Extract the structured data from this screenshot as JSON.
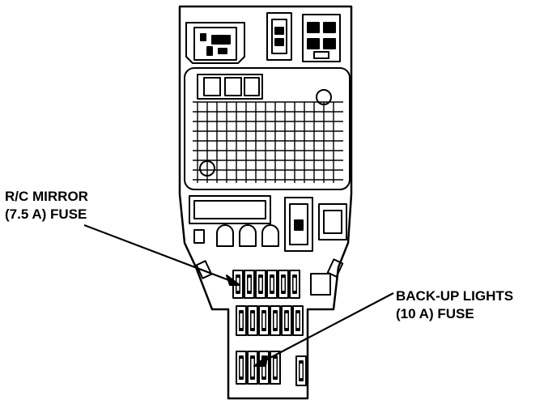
{
  "callouts": {
    "rc_mirror": {
      "line1": "R/C MIRROR",
      "line2": "(7.5 A) FUSE"
    },
    "backup_lights": {
      "line1": "BACK-UP LIGHTS",
      "line2": "(10 A) FUSE"
    }
  },
  "colors": {
    "ink": "#000000",
    "paper": "#ffffff"
  }
}
